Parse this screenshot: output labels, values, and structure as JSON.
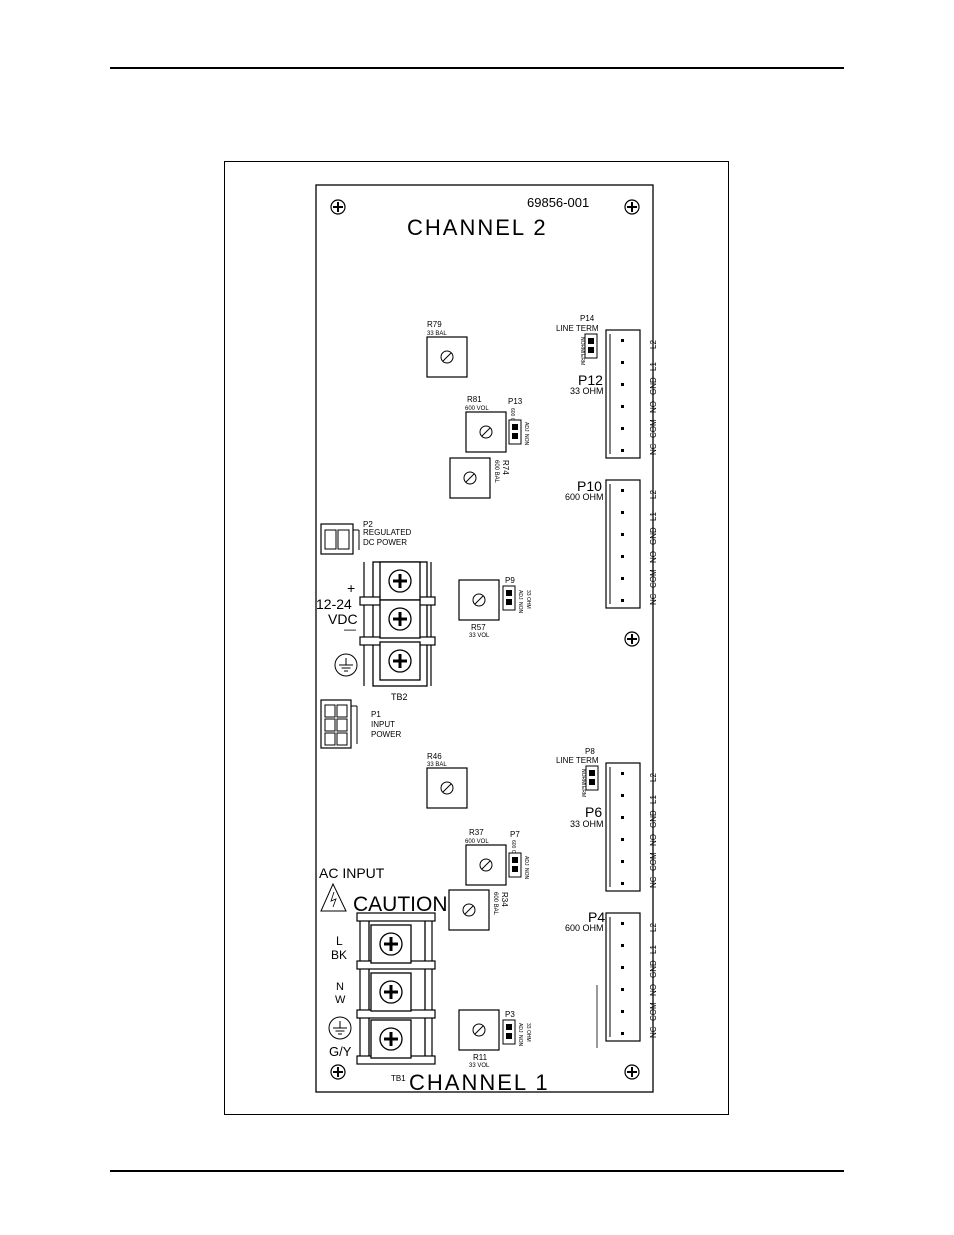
{
  "board": {
    "part_number": "69856-001",
    "channel_top": "CHANNEL 2",
    "channel_bottom": "CHANNEL 1"
  },
  "pots": {
    "r79": {
      "ref": "R79",
      "val": "33 BAL"
    },
    "r81": {
      "ref": "R81",
      "val": "600 VOL"
    },
    "r74": {
      "ref": "R74",
      "val": "600 BAL"
    },
    "r57": {
      "ref": "R57",
      "val": "33 VOL"
    },
    "r46": {
      "ref": "R46",
      "val": "33 BAL"
    },
    "r37": {
      "ref": "R37",
      "val": "600 VOL"
    },
    "r34": {
      "ref": "R34",
      "val": "600 BAL"
    },
    "r11": {
      "ref": "R11",
      "val": "33 VOL"
    }
  },
  "jumpers": {
    "p14": {
      "ref": "P14",
      "label": "LINE TERM",
      "pos1": "NORM",
      "pos2": "TERM"
    },
    "p13": {
      "ref": "P13",
      "val": "600 OHM",
      "pos1": "NON",
      "pos2": "ADJ"
    },
    "p9": {
      "ref": "P9",
      "pos1": "NON",
      "pos2": "ADJ",
      "val": "33 OHM"
    },
    "p8": {
      "ref": "P8",
      "label": "LINE TERM",
      "pos1": "NORM",
      "pos2": "TERM"
    },
    "p7": {
      "ref": "P7",
      "val": "600 OHM",
      "pos1": "NON",
      "pos2": "ADJ"
    },
    "p3": {
      "ref": "P3",
      "pos1": "NON",
      "pos2": "ADJ",
      "val": "33 OHM"
    }
  },
  "connectors": {
    "p12": {
      "ref": "P12",
      "val": "33 OHM"
    },
    "p10": {
      "ref": "P10",
      "val": "600 OHM"
    },
    "p6": {
      "ref": "P6",
      "val": "33 OHM"
    },
    "p4": {
      "ref": "P4",
      "val": "600 OHM"
    },
    "pins": [
      "NC",
      "COM",
      "NO",
      "GND",
      "L1",
      "L2"
    ]
  },
  "power": {
    "p2_ref": "P2",
    "p2_line1": "REGULATED",
    "p2_line2": "DC POWER",
    "plus": "+",
    "voltage": "12-24",
    "vdc": "VDC",
    "minus": "—",
    "tb2": "TB2",
    "p1_ref": "P1",
    "p1_line1": "INPUT",
    "p1_line2": "POWER"
  },
  "ac": {
    "title": "AC INPUT",
    "caution": "CAUTION",
    "l": "L",
    "bk": "BK",
    "n": "N",
    "w": "W",
    "gy": "G/Y",
    "tb1": "TB1"
  }
}
